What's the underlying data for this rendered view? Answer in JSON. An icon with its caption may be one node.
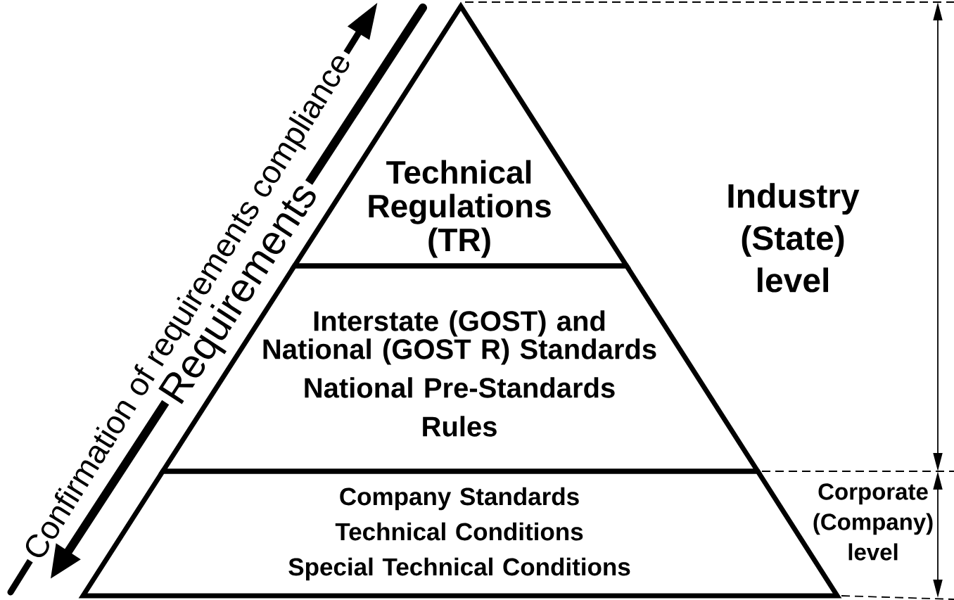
{
  "diagram": {
    "nodes": [
      {
        "text": [
          "Technical Regulations (TR)"
        ]
      },
      {
        "text": [
          "Interstate (GOST) and National (GOST R) Standards",
          "National Pre-Standards",
          "Rules"
        ]
      },
      {
        "text": [
          "Company Standards",
          "Technical Conditions",
          "Special Technical Conditions"
        ]
      }
    ],
    "labels": [
      "Confirmation of requirements compliance",
      "Requirements",
      "Industry (State) level",
      "Corporate (Company) level"
    ]
  }
}
